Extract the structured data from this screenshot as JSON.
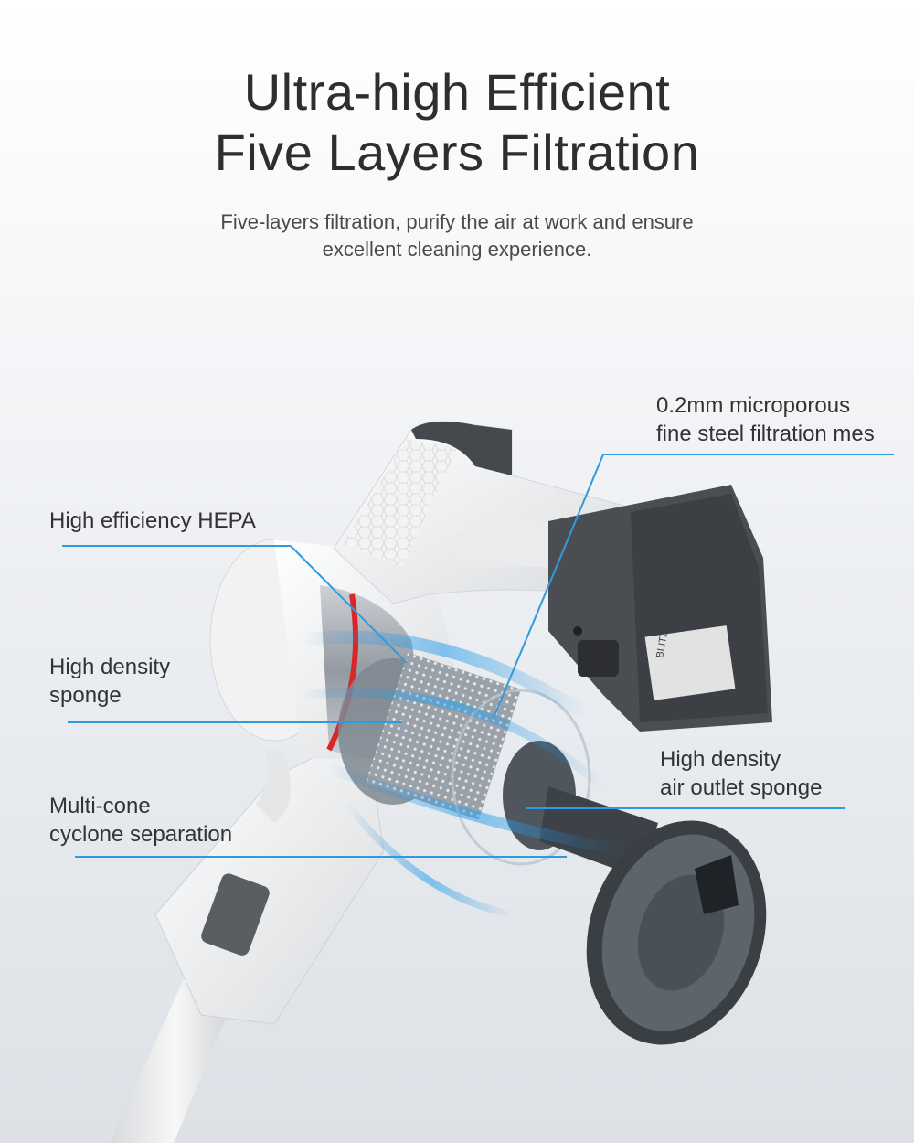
{
  "header": {
    "title_line1": "Ultra-high Efficient",
    "title_line2": "Five Layers Filtration",
    "subtitle_line1": "Five-layers filtration, purify the air at work and ensure",
    "subtitle_line2": "excellent cleaning experience."
  },
  "callouts": {
    "hepa": "High efficiency HEPA",
    "sponge_line1": "High density",
    "sponge_line2": "sponge",
    "cyclone_line1": "Multi-cone",
    "cyclone_line2": "cyclone separation",
    "mesh_line1": "0.2mm microporous",
    "mesh_line2": "fine steel filtration mes",
    "outlet_line1": "High density",
    "outlet_line2": "air outlet sponge"
  },
  "product": {
    "brand_label": "BLITZWOLF"
  },
  "colors": {
    "accent_line": "#2f9bdc",
    "red_ring": "#d9262b",
    "battery": "#4a4d52"
  }
}
